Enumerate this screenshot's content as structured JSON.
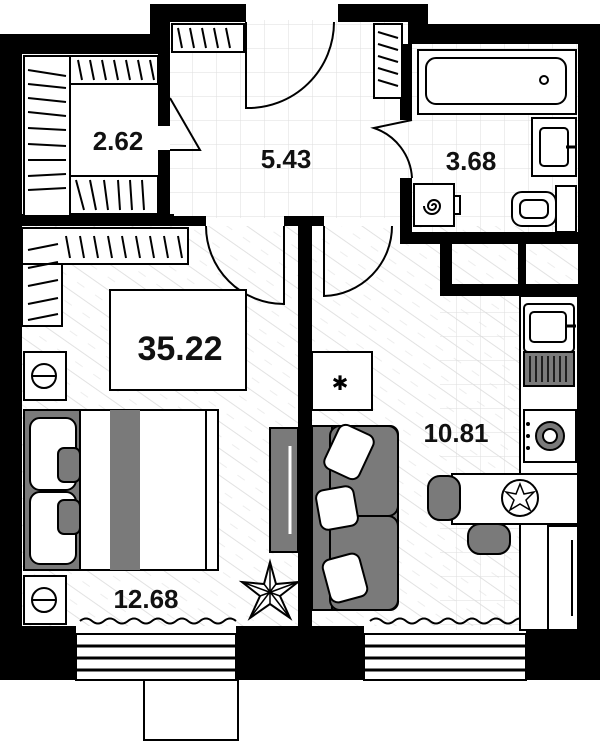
{
  "rooms": {
    "wardrobe": {
      "area": "2.62"
    },
    "hall": {
      "area": "5.43"
    },
    "bathroom": {
      "area": "3.68"
    },
    "total": {
      "area": "35.22"
    },
    "bedroom": {
      "area": "12.68"
    },
    "living_kitchen": {
      "area": "10.81"
    }
  },
  "icons": {
    "washer": "spiral-icon",
    "plant": "star-plant-icon",
    "snowflake": "asterisk-icon"
  },
  "colors": {
    "wall": "#000000",
    "furniture": "#7a7a7a",
    "grid": "#dddddd",
    "hatch": "#e6e6e6",
    "background": "#ffffff"
  }
}
